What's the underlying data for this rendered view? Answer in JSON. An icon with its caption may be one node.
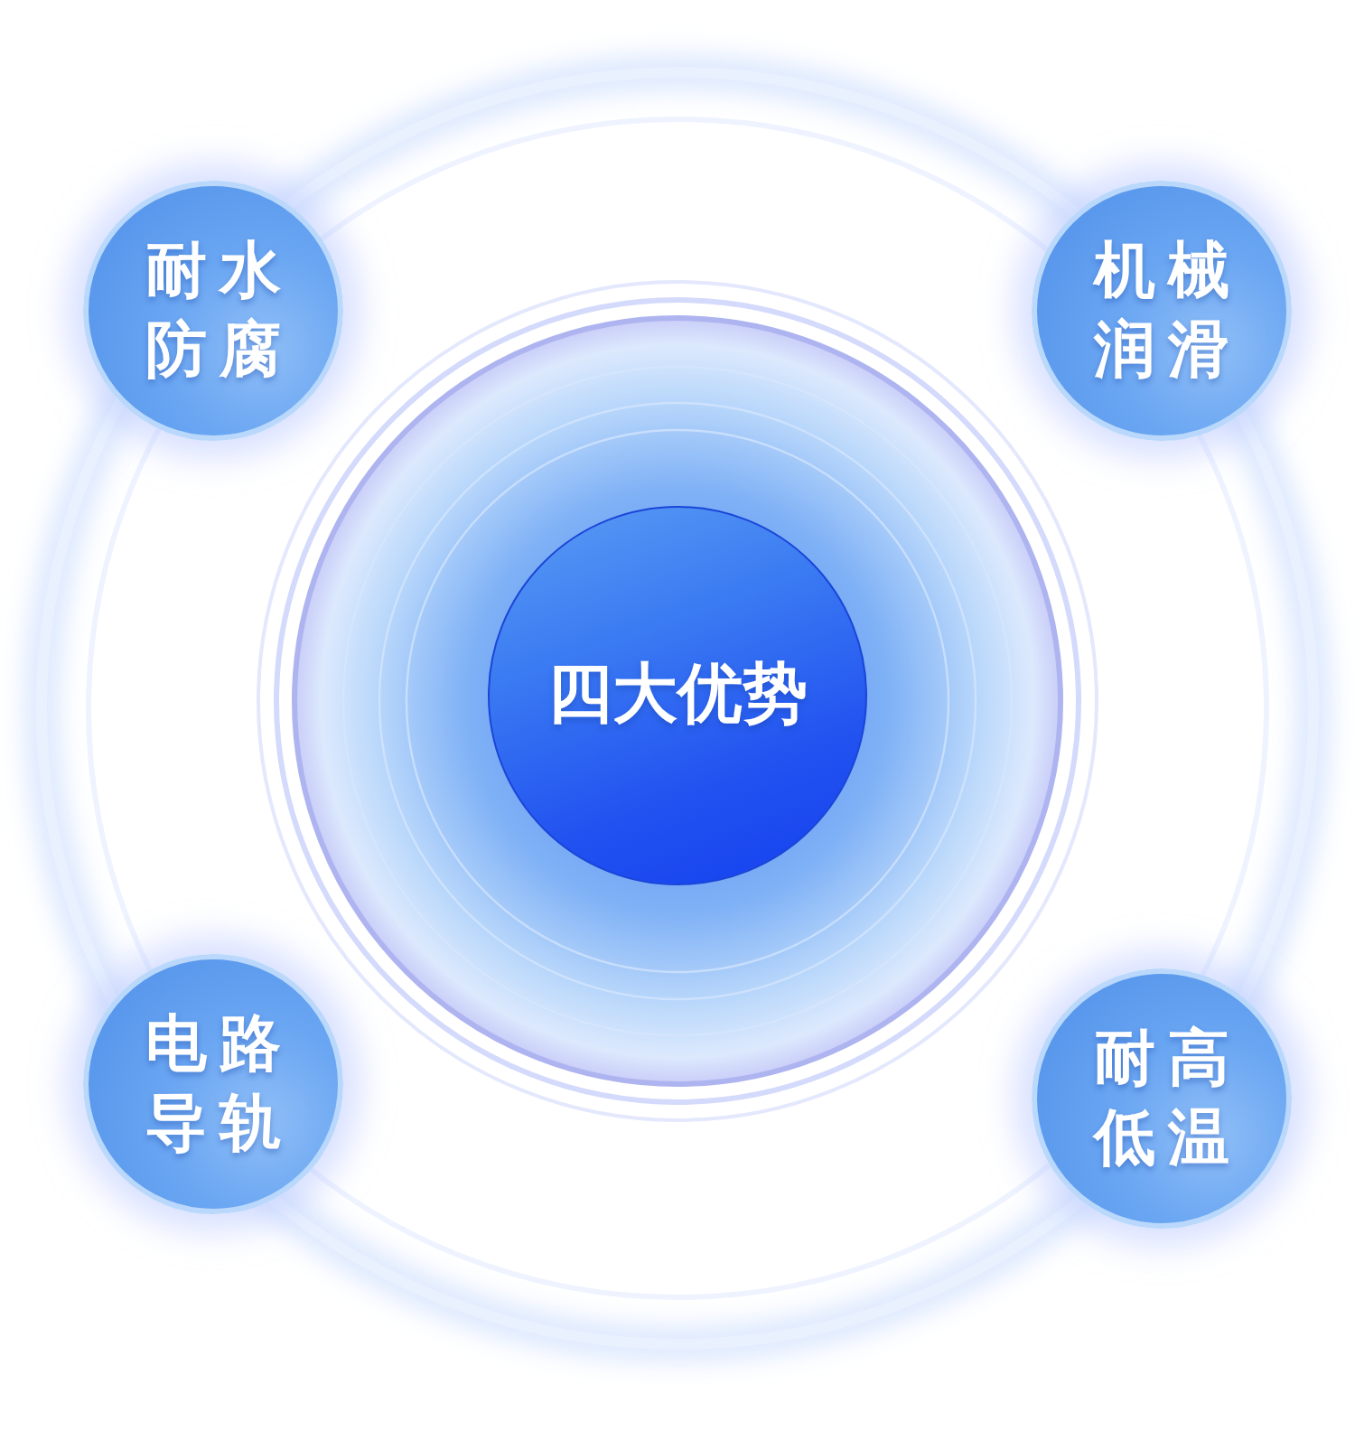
{
  "diagram": {
    "nodes": [
      {
        "text": [
          "耐水防腐"
        ]
      },
      {
        "text": [
          "机械润滑"
        ]
      },
      {
        "text": [
          "四大优势"
        ]
      },
      {
        "text": [
          "电路导轨"
        ]
      },
      {
        "text": [
          "耐高低温"
        ]
      }
    ]
  }
}
